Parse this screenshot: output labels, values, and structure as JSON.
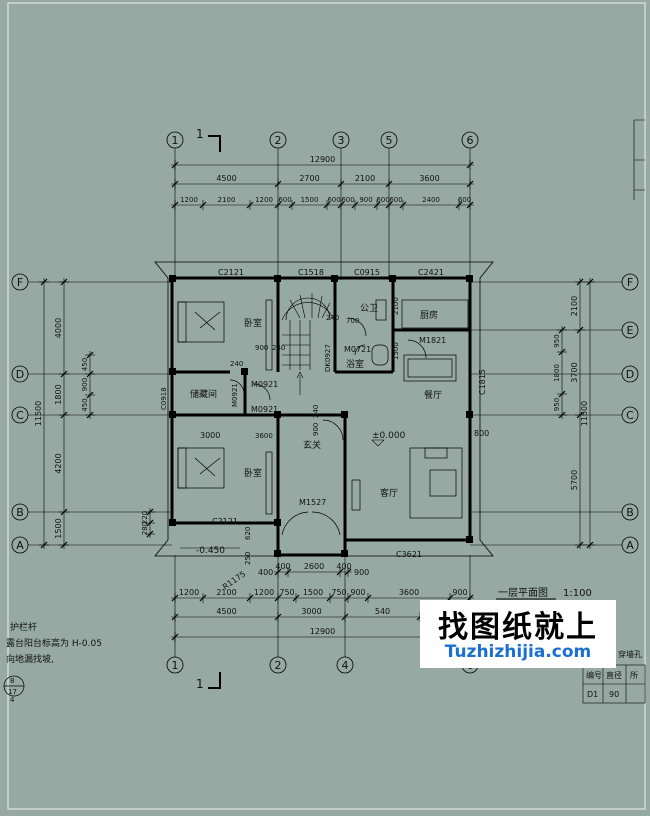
{
  "axes_top": [
    "1",
    "2",
    "3",
    "5",
    "6"
  ],
  "axes_bottom": [
    "1",
    "2",
    "4",
    "6"
  ],
  "axes_rows": [
    "F",
    "E",
    "D",
    "C",
    "B",
    "A"
  ],
  "section_mark": "1",
  "dims_top": {
    "total": "12900",
    "row2": [
      "4500",
      "2700",
      "2100",
      "3600"
    ],
    "row3": [
      "1200",
      "2100",
      "1200",
      "600",
      "1500",
      "600",
      "600",
      "900",
      "600",
      "600",
      "2400",
      "600"
    ]
  },
  "dims_bottom": {
    "total": "12900",
    "row2": [
      "4500",
      "3000",
      "540"
    ],
    "row1": [
      "1200",
      "2100",
      "1200",
      "750",
      "1500",
      "750",
      "900",
      "3600",
      "900"
    ],
    "mid": [
      "400",
      "2600",
      "400"
    ]
  },
  "dims_left": {
    "total": "11500",
    "outer": [
      "4000",
      "1800",
      "4200",
      "1500"
    ],
    "inner": [
      "450",
      "900",
      "450",
      "220",
      "280"
    ]
  },
  "dims_right": {
    "total": "11500",
    "outer": [
      "2100",
      "3700",
      "5700"
    ],
    "inner": [
      "950",
      "1800",
      "950"
    ]
  },
  "windows": [
    "C2121",
    "C1518",
    "C0915",
    "C2421",
    "C0918",
    "C1815",
    "C2121",
    "C3621"
  ],
  "doors": [
    "M1821",
    "M0721",
    "M0921",
    "M0921",
    "M0921",
    "M1527",
    "DK0927"
  ],
  "rooms": [
    "卧室",
    "卧室",
    "储藏间",
    "厨房",
    "餐厅",
    "客厅",
    "玄关",
    "公卫",
    "浴室"
  ],
  "levels": [
    "±0.000",
    "-0.450"
  ],
  "misc_dims": [
    "240",
    "900",
    "240",
    "240",
    "700",
    "2100",
    "1500",
    "3000",
    "3600",
    "900",
    "240",
    "800",
    "400",
    "900",
    "620",
    "250",
    "R1175"
  ],
  "plan_title": "一层平面图",
  "plan_scale": "1:100",
  "notes": [
    "护栏杆",
    "露台阳台标高为 H-0.05",
    "向地漏找坡,"
  ],
  "detail_ref": [
    "8",
    "17",
    "4"
  ],
  "table": {
    "headers": [
      "编号",
      "直径",
      "所"
    ],
    "rows": [
      [
        "D1",
        "90",
        ""
      ]
    ]
  },
  "right_partial": "穿墙孔",
  "watermark": {
    "title": "找图纸就上",
    "url": "Tuzhizhijia.com"
  }
}
